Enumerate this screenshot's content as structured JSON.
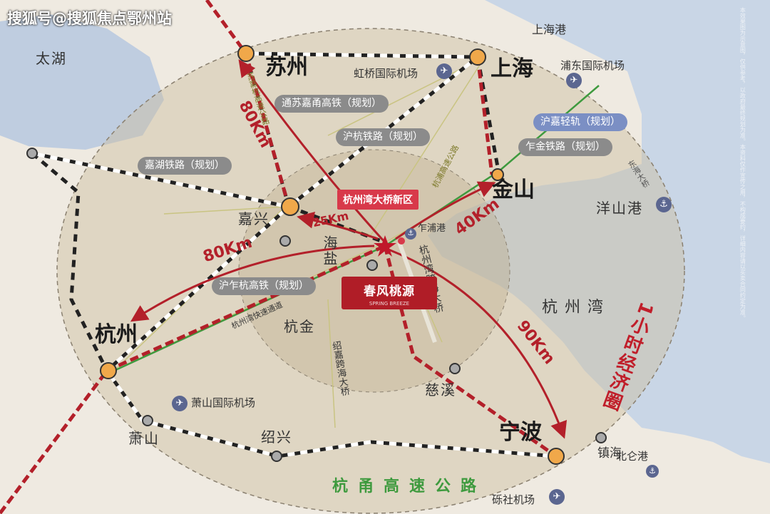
{
  "watermark": "搜狐号@搜狐焦点鄂州站",
  "water": {
    "taihu": "太湖",
    "shanghai_port": "上海港",
    "hangzhou_bay": "杭州湾",
    "yangshan_port": "洋山港",
    "beilun_port": "北仑港"
  },
  "cities": {
    "suzhou": "苏州",
    "shanghai": "上海",
    "jiaxing": "嘉兴",
    "jinshan": "金山",
    "hangzhou": "杭州",
    "ningbo": "宁波",
    "haiyan": "海盐",
    "hangjin": "杭金",
    "cixi": "慈溪",
    "xiaoshan": "萧山",
    "shaoxing": "绍兴",
    "zhenhai": "镇海"
  },
  "airports": {
    "hongqiao": "虹桥国际机场",
    "pudong": "浦东国际机场",
    "xiaoshan": "萧山国际机场",
    "lishe": "砾社机场"
  },
  "lines": {
    "tongsu": "通苏嘉甬高铁（规划）",
    "huhang_rail": "沪杭铁路（规划）",
    "jiahu": "嘉湖铁路（规划）",
    "huzhahang": "沪乍杭高铁（规划）",
    "hujia_light": "沪嘉轻轨（规划）",
    "zhajin": "乍金铁路（规划）",
    "hangzhou_bay_bridge": "杭州湾跨海大桥",
    "jiashao_bridge": "绍嘉跨海大桥",
    "huzhou_expressway": "苏嘉杭高速公路",
    "hangpu_expressway": "杭浦高速公路",
    "east_sea_bridge": "东海大桥",
    "coastal_route": "杭州湾快速通道",
    "hangyong_highway": "杭甬高速公路"
  },
  "ports": {
    "zhapu": "乍浦港"
  },
  "project": {
    "badge": "杭州湾大桥新区",
    "name": "春风桃源",
    "subtitle": "SPRING BREEZE"
  },
  "distances": {
    "suzhou": "80Km",
    "jiaxing": "25Km",
    "jinshan": "40Km",
    "hangzhou": "80Km",
    "ningbo": "90Km"
  },
  "circle_title": "1小时经济圈",
  "disclaimer": "本效果图为示意图，仅供参考，以政府最终规划为准。本资料仅作宣传之用，不构成要约，详细内容请以买卖合同约定为准。",
  "colors": {
    "sea": "#c9d6e6",
    "land": "#eee9df",
    "circle": "#d9cdb7",
    "arrow": "#b3202a",
    "green_line": "#3e9a3e"
  }
}
